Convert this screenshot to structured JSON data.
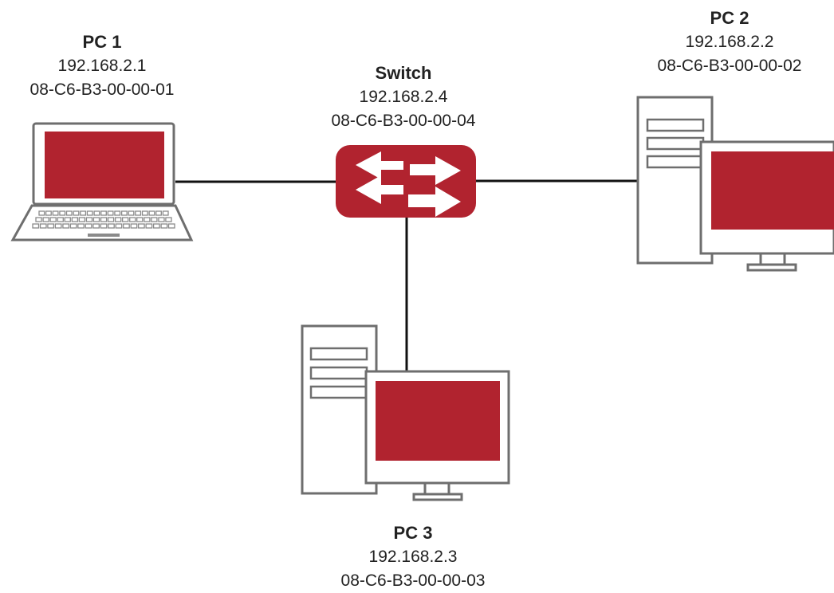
{
  "nodes": {
    "pc1": {
      "name": "PC 1",
      "ip": "192.168.2.1",
      "mac": "08-C6-B3-00-00-01"
    },
    "switch": {
      "name": "Switch",
      "ip": "192.168.2.4",
      "mac": "08-C6-B3-00-00-04"
    },
    "pc2": {
      "name": "PC 2",
      "ip": "192.168.2.2",
      "mac": "08-C6-B3-00-00-02"
    },
    "pc3": {
      "name": "PC 3",
      "ip": "192.168.2.3",
      "mac": "08-C6-B3-00-00-03"
    }
  },
  "colors": {
    "accent": "#b1232f",
    "outline": "#6e6e6e",
    "case_fill": "#ffffff",
    "link": "#111111"
  },
  "icons": {
    "pc1": "laptop-icon",
    "switch": "network-switch-icon",
    "pc2": "desktop-computer-icon",
    "pc3": "desktop-computer-icon"
  },
  "links": [
    {
      "from": "pc1",
      "to": "switch"
    },
    {
      "from": "switch",
      "to": "pc2"
    },
    {
      "from": "switch",
      "to": "pc3"
    }
  ]
}
